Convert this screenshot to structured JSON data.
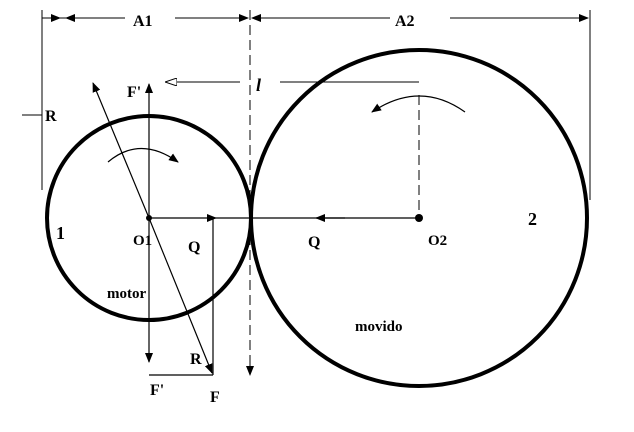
{
  "labels": {
    "a1": "A1",
    "a2": "A2",
    "l": "l",
    "r_top": "R",
    "f_prime_top": "F'",
    "gear1_number": "1",
    "gear2_number": "2",
    "o1": "O1",
    "o2": "O2",
    "q_left": "Q",
    "q_right": "Q",
    "motor": "motor",
    "movido": "movido",
    "r_bottom": "R",
    "f_prime_bottom": "F'",
    "f": "F"
  },
  "colors": {
    "ink": "#000000",
    "background": "#ffffff"
  }
}
